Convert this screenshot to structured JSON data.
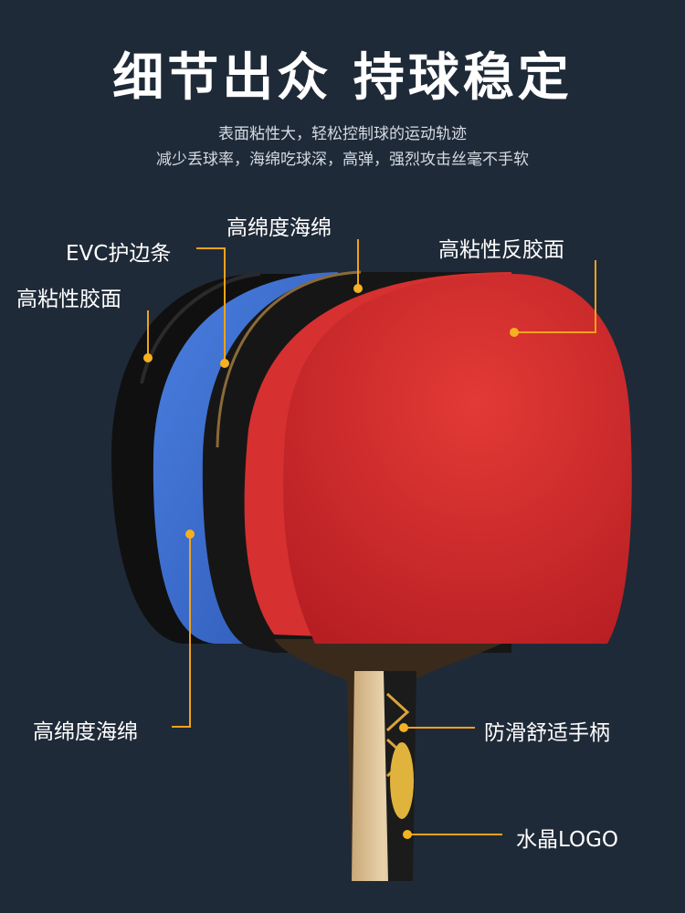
{
  "headline": "细节出众 持球稳定",
  "subtitle_line1": "表面粘性大，轻松控制球的运动轨迹",
  "subtitle_line2": "减少丢球率，海绵吃球深，高弹，强烈攻击丝毫不手软",
  "labels": {
    "sponge_top": "高绵度海绵",
    "edge_strip": "EVC护边条",
    "sticky_rubber_left": "高粘性胶面",
    "sticky_rubber_right": "高粘性反胶面",
    "sponge_bottom": "高绵度海绵",
    "handle": "防滑舒适手柄",
    "logo": "水晶LOGO"
  },
  "colors": {
    "background": "#1f2a38",
    "callout": "#f0a21a",
    "rubber_red": "#d8262b",
    "sponge_blue": "#3d6fd0",
    "blade_black": "#141414"
  }
}
